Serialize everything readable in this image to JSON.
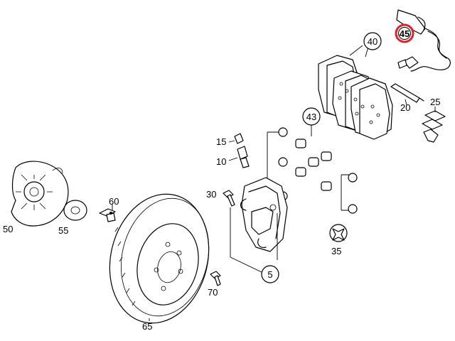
{
  "highlight_color": "#e0202a",
  "callouts": {
    "c45": "45",
    "c40": "40",
    "c20": "20",
    "c25": "25",
    "c43": "43",
    "c15": "15",
    "c10": "10",
    "c30": "30",
    "c60": "60",
    "c50": "50",
    "c55": "55",
    "c35": "35",
    "c5": "5",
    "c70": "70",
    "c65": "65"
  }
}
